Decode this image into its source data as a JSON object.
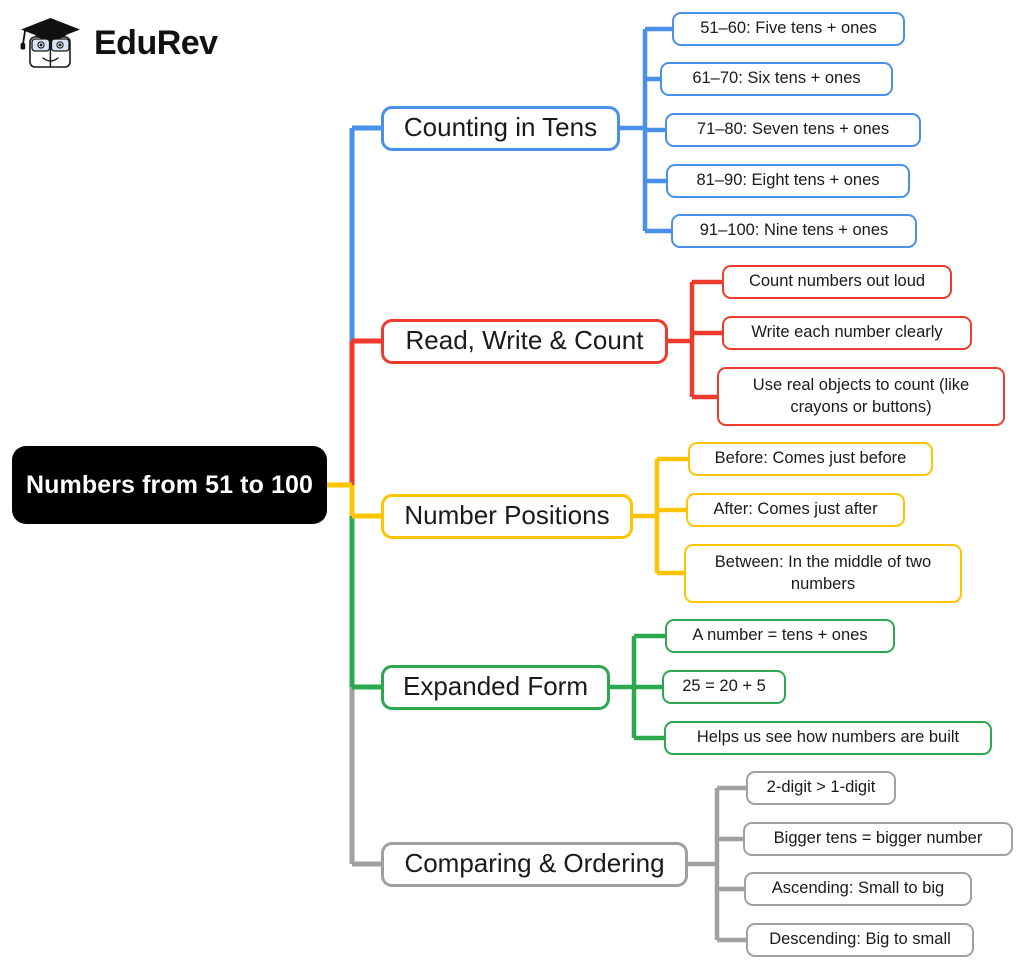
{
  "brand": {
    "name": "EduRev",
    "logo_icon": "graduation-cap-book-mascot-icon"
  },
  "colors": {
    "root_bg": "#000000",
    "root_text": "#ffffff",
    "blue": "#4a90e8",
    "red": "#ee3b2e",
    "yellow": "#ffc400",
    "green": "#2ca84f",
    "gray": "#a0a0a0",
    "canvas_bg": "#ffffff"
  },
  "mindmap": {
    "root": {
      "label": "Numbers from 51 to 100"
    },
    "branches": [
      {
        "label": "Counting in Tens",
        "color": "#4a90e8",
        "children": [
          {
            "label": "51–60: Five tens + ones"
          },
          {
            "label": "61–70: Six tens + ones"
          },
          {
            "label": "71–80: Seven tens + ones"
          },
          {
            "label": "81–90: Eight tens + ones"
          },
          {
            "label": "91–100: Nine tens + ones"
          }
        ]
      },
      {
        "label": "Read, Write & Count",
        "color": "#ee3b2e",
        "children": [
          {
            "label": "Count numbers out loud"
          },
          {
            "label": "Write each number clearly"
          },
          {
            "label": "Use real objects to count (like crayons or buttons)"
          }
        ]
      },
      {
        "label": "Number Positions",
        "color": "#ffc400",
        "children": [
          {
            "label": "Before: Comes just before"
          },
          {
            "label": "After: Comes just after"
          },
          {
            "label": "Between: In the middle of two numbers"
          }
        ]
      },
      {
        "label": "Expanded Form",
        "color": "#2ca84f",
        "children": [
          {
            "label": "A number = tens + ones"
          },
          {
            "label": "25 = 20 + 5"
          },
          {
            "label": "Helps us see how numbers are built"
          }
        ]
      },
      {
        "label": "Comparing & Ordering",
        "color": "#a0a0a0",
        "children": [
          {
            "label": "2-digit > 1-digit"
          },
          {
            "label": "Bigger tens = bigger number"
          },
          {
            "label": "Ascending: Small to big"
          },
          {
            "label": "Descending: Big to small"
          }
        ]
      }
    ]
  }
}
